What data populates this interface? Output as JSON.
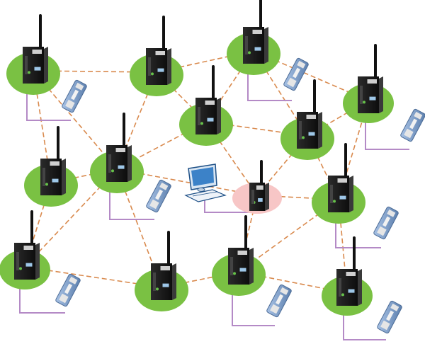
{
  "diagram": {
    "kind": "wireless-mesh-network",
    "colors": {
      "background": "#ffffff",
      "node_pad": "#7ac143",
      "gateway_pad": "#f7c6c6",
      "mesh_link": "#d98a4e",
      "serial_cable": "#b48ac6",
      "device_body": "#1c1c1c",
      "io_module": "#7f9fc8",
      "pc_monitor": "#3c82c8"
    },
    "icons": {
      "router": "wireless-router-icon",
      "io_module": "io-module-icon",
      "pc": "computer-icon",
      "antenna": "antenna-icon"
    },
    "counts": {
      "mesh_routers": 14,
      "io_modules": 8,
      "workstations": 1
    }
  }
}
